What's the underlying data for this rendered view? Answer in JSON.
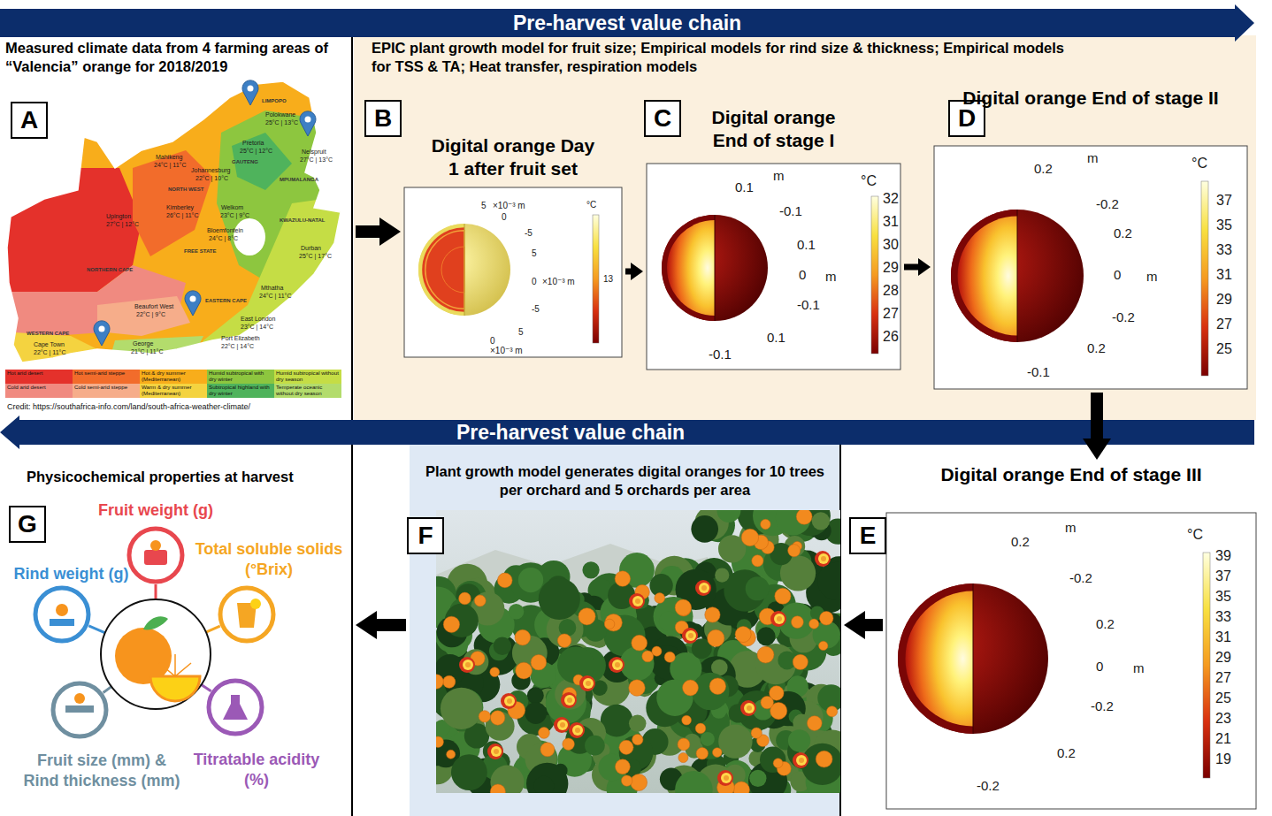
{
  "diagram": {
    "nodes": [
      {
        "text": [
          "Pre-harvest value chain"
        ]
      },
      {
        "text": [
          "Measured climate data from 4 farming areas of “Valencia” orange for 2018/2019"
        ]
      },
      {
        "text": [
          "A"
        ],
        "in": 1
      },
      {
        "text": [
          "EPIC plant growth model for fruit size; Empirical models for rind size & thickness; Empirical models for TSS & TA; Heat transfer, respiration models"
        ]
      },
      {
        "text": [
          "B"
        ],
        "in": 3
      },
      {
        "text": [
          "Digital orange Day 1 after fruit set"
        ],
        "in": 3
      },
      {
        "text": [
          "C"
        ],
        "in": 3
      },
      {
        "text": [
          "Digital orange End of stage I"
        ],
        "in": 3
      },
      {
        "text": [
          "D"
        ],
        "in": 3
      },
      {
        "text": [
          "Digital orange End of stage II"
        ],
        "in": 3
      },
      {
        "text": [
          "Pre-harvest value chain"
        ]
      },
      {
        "text": [
          "Physicochemical properties at harvest"
        ]
      },
      {
        "text": [
          "G"
        ],
        "in": 11
      },
      {
        "text": [
          "Fruit weight (g)"
        ],
        "in": 11
      },
      {
        "text": [
          "Total soluble solids (°Brix)"
        ],
        "in": 11
      },
      {
        "text": [
          "Rind weight (g)"
        ],
        "in": 11
      },
      {
        "text": [
          "Fruit size (mm) & Rind thickness (mm)"
        ],
        "in": 11
      },
      {
        "text": [
          "Titratable acidity (%)"
        ],
        "in": 11
      },
      {
        "text": [
          "Plant growth model generates digital oranges for 10 trees per orchard and 5 orchards per area"
        ]
      },
      {
        "text": [
          "F"
        ],
        "in": 18
      },
      {
        "text": [
          "E"
        ]
      },
      {
        "text": [
          "Digital orange End of stage III"
        ]
      }
    ],
    "edges": [
      {
        "from": 1,
        "to": 5,
        "arrow": "to"
      },
      {
        "from": 5,
        "to": 7,
        "arrow": "to"
      },
      {
        "from": 7,
        "to": 9,
        "arrow": "to"
      },
      {
        "from": 9,
        "to": 21,
        "arrow": "to"
      },
      {
        "from": 21,
        "to": 18,
        "arrow": "to"
      },
      {
        "from": 18,
        "to": 11,
        "arrow": "to"
      }
    ],
    "labels": [
      "LIMPOPO",
      "Polokwane",
      "25°C | 13°C",
      "Nelspruit",
      "27°C | 13°C",
      "Mahikeng",
      "24°C | 11°C",
      "Pretoria",
      "25°C | 12°C",
      "GAUTENG",
      "Johannesburg",
      "22°C | 10°C",
      "MPUMALANGA",
      "NORTH WEST",
      "Kimberley",
      "26°C | 11°C",
      "Welkom",
      "23°C | 9°C",
      "Bloemfontein",
      "24°C | 8°C",
      "FREE STATE",
      "KWAZULU-NATAL",
      "Upington",
      "27°C | 12°C",
      "NORTHERN CAPE",
      "Durban",
      "25°C | 17°C",
      "Mthatha",
      "24°C | 11°C",
      "EASTERN CAPE",
      "Beaufort West",
      "22°C | 9°C",
      "East London",
      "23°C | 14°C",
      "WESTERN CAPE",
      "Port Elizabeth",
      "22°C | 14°C",
      "Cape Town",
      "22°C | 11°C",
      "George",
      "21°C | 11°C",
      "Credit: https://southafrica-info.com/land/south-africa-weather-climate/",
      "5",
      "×10⁻³ m",
      "0",
      "-5",
      "5",
      "0",
      "×10⁻³ m",
      "-5",
      "5",
      "0",
      "×10⁻³ m",
      "°C",
      "13",
      "m",
      "0.1",
      "-0.1",
      "0.1",
      "0",
      "m",
      "-0.1",
      "0.1",
      "-0.1",
      "°C",
      "32",
      "31",
      "30",
      "29",
      "28",
      "27",
      "26",
      "m",
      "0.2",
      "-0.2",
      "0.2",
      "0",
      "m",
      "-0.2",
      "0.2",
      "-0.1",
      "°C",
      "37",
      "35",
      "33",
      "31",
      "29",
      "27",
      "25",
      "m",
      "0.2",
      "-0.2",
      "0.2",
      "0",
      "m",
      "-0.2",
      "0.2",
      "-0.2",
      "°C",
      "39",
      "37",
      "35",
      "33",
      "31",
      "29",
      "27",
      "25",
      "23",
      "21",
      "19"
    ],
    "legend": [
      {
        "text": "Hot arid desert",
        "color": "#e4312b"
      },
      {
        "text": "Hot semi-arid steppe",
        "color": "#f26c2b"
      },
      {
        "text": "Hot & dry summer (Mediterranean)",
        "color": "#f8ad1b"
      },
      {
        "text": "Humid subtropical with dry winter",
        "color": "#8dc63f"
      },
      {
        "text": "Humid subtropical without dry season",
        "color": "#c5dd45"
      },
      {
        "text": "Cold arid desert",
        "color": "#f08a80"
      },
      {
        "text": "Cold semi-arid steppe",
        "color": "#f6ad8a"
      },
      {
        "text": "Warm & dry summer (Mediterranean)",
        "color": "#f4d340"
      },
      {
        "text": "Subtropical highland with dry winter",
        "color": "#4fb35c"
      },
      {
        "text": "Temperate oceanic without dry season",
        "color": "#b3dc6c"
      }
    ]
  }
}
